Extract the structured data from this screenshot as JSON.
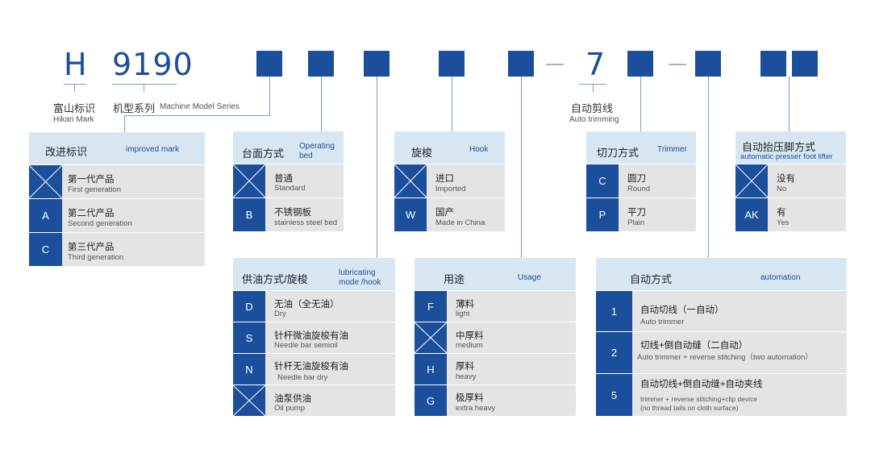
{
  "header": {
    "letter_h": "H",
    "model_number": "9190",
    "digit_7": "7",
    "dash": "—",
    "labels": {
      "hikari_cn": "富山标识",
      "hikari_en": "Hikari Mark",
      "model_cn": "机型系列",
      "model_en": "Machine Model Series",
      "auto_trim_cn": "自动剪线",
      "auto_trim_en": "Auto trimming"
    }
  },
  "panels": {
    "improved": {
      "title_cn": "改进标识",
      "title_en": "improved mark",
      "rows": [
        {
          "code": "",
          "icon": "cross-icon",
          "cn": "第一代产品",
          "en": "First generation"
        },
        {
          "code": "A",
          "cn": "第二代产品",
          "en": "Second generation"
        },
        {
          "code": "C",
          "cn": "第三代产品",
          "en": "Third generation"
        }
      ]
    },
    "bed": {
      "title_cn": "台面方式",
      "title_en_1": "Operating",
      "title_en_2": "bed",
      "rows": [
        {
          "code": "",
          "icon": "cross-icon",
          "cn": "普通",
          "en": "Standard"
        },
        {
          "code": "B",
          "cn": "不锈钢板",
          "en": "stainless steel bed"
        }
      ]
    },
    "hook": {
      "title_cn": "旋梭",
      "title_en": "Hook",
      "rows": [
        {
          "code": "",
          "icon": "cross-icon",
          "cn": "进口",
          "en": "Imported"
        },
        {
          "code": "W",
          "cn": "国产",
          "en": "Made in China"
        }
      ]
    },
    "knife": {
      "title_cn": "切刀方式",
      "title_en": "Trimmer",
      "rows": [
        {
          "code": "C",
          "cn": "圆刀",
          "en": "Round"
        },
        {
          "code": "P",
          "cn": "平刀",
          "en": "Plain"
        }
      ]
    },
    "lifter": {
      "title_cn": "自动抬压脚方式",
      "title_en": "automatic presser foot lifter",
      "rows": [
        {
          "code": "",
          "icon": "cross-icon",
          "cn": "没有",
          "en": "No"
        },
        {
          "code": "AK",
          "cn": "有",
          "en": "Yes"
        }
      ]
    },
    "lubrication": {
      "title_cn": "供油方式/旋梭",
      "title_en_1": "lubricating",
      "title_en_2": "mode /hook",
      "rows": [
        {
          "code": "D",
          "cn": "无油（全无油）",
          "en": "Dry"
        },
        {
          "code": "S",
          "cn": "针杆微油旋梭有油",
          "en": "Needle bar semioil"
        },
        {
          "code": "N",
          "cn": "针杆无油旋梭有油",
          "en": "Needle bar dry"
        },
        {
          "code": "",
          "icon": "cross-icon",
          "cn": "油泵供油",
          "en": "Oil pump"
        }
      ]
    },
    "usage": {
      "title_cn": "用途",
      "title_en": "Usage",
      "rows": [
        {
          "code": "F",
          "cn": "薄料",
          "en": "light"
        },
        {
          "code": "",
          "icon": "cross-icon",
          "cn": "中厚料",
          "en": "medium"
        },
        {
          "code": "H",
          "cn": "厚料",
          "en": "heavy"
        },
        {
          "code": "G",
          "cn": "极厚料",
          "en": "extra heavy"
        }
      ]
    },
    "automation": {
      "title_cn": "自动方式",
      "title_en": "automation",
      "rows": [
        {
          "code": "1",
          "cn": "自动切线（一自动）",
          "en": "Auto trimmer"
        },
        {
          "code": "2",
          "cn": "切线+倒自动缝（二自动）",
          "en": "Auto trimmer + reverse stitching（two automation）"
        },
        {
          "code": "5",
          "cn": "自动切线+倒自动缝+自动夹线",
          "en": "trimmer + reverse stitching+clip device",
          "en2": "(no thread tails on cloth surface)"
        }
      ]
    }
  },
  "colors": {
    "accent": "#1b4f9c",
    "header_bg": "#d8e6f2",
    "row_bg": "#e4e4e4",
    "line": "#7a9cc9"
  }
}
